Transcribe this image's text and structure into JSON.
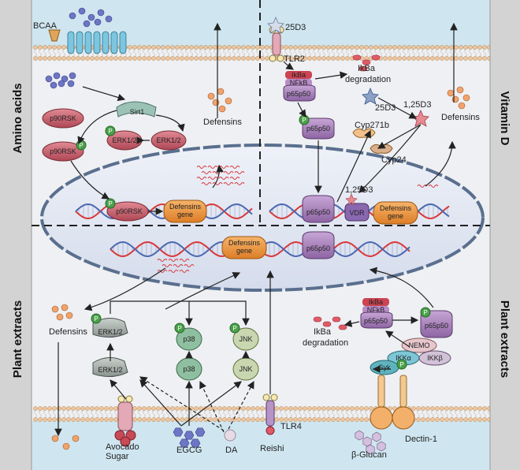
{
  "side_labels": {
    "top_left": "Amino acids",
    "top_right": "Vitamin D",
    "bottom_left": "Plant extracts",
    "bottom_right": "Plant extracts"
  },
  "top_left": {
    "bcaa": "BCAA",
    "sirt1": "Sirt1",
    "erk_active": "ERK1/2",
    "erk_inactive": "ERK1/2",
    "rsk_upper": "p90RSK",
    "rsk_lower": "p90RSK",
    "defensins": "Defensins",
    "nucleus_rsk": "p90RSK",
    "defensins_gene": "Defensins\ngene",
    "p_badge": "P"
  },
  "top_right": {
    "d3_25": "25D3",
    "tlr2": "TLR2",
    "ikba_pill": "IkBa",
    "nfkb_pill": "NFkB",
    "p65p50": "p65p50",
    "ikba_deg_1": "IkBa",
    "ikba_deg_2": "degradation",
    "d3_25_star": "25D3",
    "d3_125_star": "1,25D3",
    "cyp27": "Cyp271b",
    "cyp24": "Cyp24",
    "defensins": "Defensins",
    "nuc_p65p50": "p65p50",
    "nuc_d3": "1,25D3",
    "vdr": "VDR",
    "defensins_gene": "Defensins\ngene"
  },
  "middle": {
    "defensins_gene": "Defensins\ngene",
    "p65p50": "p65p50"
  },
  "bottom_left": {
    "defensins": "Defensins",
    "erk_top": "ERK1/2",
    "p38_top": "p38",
    "jnk_top": "JNK",
    "erk_bottom": "ERK1/2",
    "p38_bottom": "p38",
    "jnk_bottom": "JNK",
    "avocado": "Avocado\nSugar",
    "egcg": "EGCG",
    "da": "DA",
    "reishi": "Reishi",
    "tlr4": "TLR4"
  },
  "bottom_right": {
    "ikba_pill": "IkBa",
    "nfkb_pill": "NFkB",
    "p65p50": "p65p50",
    "p65p50_active": "p65p50",
    "ikba_deg_1": "IkBa",
    "ikba_deg_2": "degradation",
    "nemo": "NEMO",
    "ikka": "IKKα",
    "ikkb": "IKKβ",
    "syk": "Syk",
    "dectin": "Dectin-1",
    "glucan": "β-Glucan"
  },
  "colors": {
    "side_bar": "#d6d6d6",
    "background": "#f3f4f6",
    "extracellular": "#cfe6f0",
    "membrane_head": "#f1c49a",
    "nucleus": "#dfe4f1",
    "nucleus_edge": "#5a6f8e",
    "dna_red": "#d9383a",
    "dna_blue": "#4a68b0",
    "gene_box": "#e9892f",
    "purple": "#a981bb",
    "pink_protein": "#c8616f",
    "green_p": "#4aa14a",
    "grey_kinase": "#a2aca7",
    "teal": "#8bb5b2",
    "orange_dot": "#f2a36b",
    "blue_dot": "#6d76c4"
  }
}
